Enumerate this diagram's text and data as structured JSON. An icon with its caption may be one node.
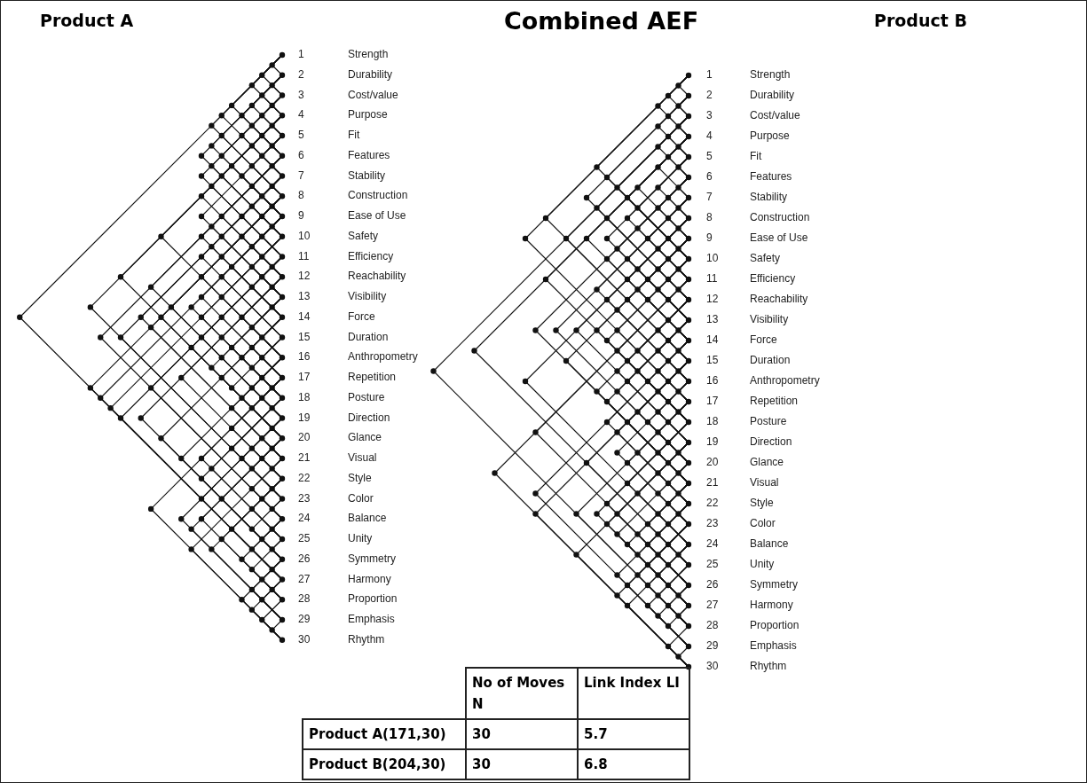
{
  "diagram": {
    "title": "Combined AEF",
    "labels": [
      "Product A",
      "1",
      "Strength",
      "2",
      "Durability",
      "3",
      "Cost/value",
      "4",
      "Purpose",
      "5",
      "Fit",
      "6",
      "Features",
      "7",
      "Stability",
      "8",
      "Construction",
      "9",
      "Ease of Use",
      "10",
      "Safety",
      "11",
      "Efficiency",
      "12",
      "Reachability",
      "13",
      "Visibility",
      "14",
      "Force",
      "15",
      "Duration",
      "16",
      "Anthropometry",
      "17",
      "Repetition",
      "18",
      "Posture",
      "19",
      "Direction",
      "20",
      "Glance",
      "21",
      "Visual",
      "22",
      "Style",
      "23",
      "Color",
      "24",
      "Balance",
      "25",
      "Unity",
      "26",
      "Symmetry",
      "27",
      "Harmony",
      "28",
      "Proportion",
      "29",
      "Emphasis",
      "30",
      "Rhythm",
      "Product B",
      "1",
      "Strength",
      "2",
      "Durability",
      "3",
      "Cost/value",
      "4",
      "Purpose",
      "5",
      "Fit",
      "6",
      "Features",
      "7",
      "Stability",
      "8",
      "Construction",
      "9",
      "Ease of Use",
      "10",
      "Safety",
      "11",
      "Efficiency",
      "12",
      "Reachability",
      "13",
      "Visibility",
      "14",
      "Force",
      "15",
      "Duration",
      "16",
      "Anthropometry",
      "17",
      "Repetition",
      "18",
      "Posture",
      "19",
      "Direction",
      "20",
      "Glance",
      "21",
      "Visual",
      "22",
      "Style",
      "23",
      "Color",
      "24",
      "Balance",
      "25",
      "Unity",
      "26",
      "Symmetry",
      "27",
      "Harmony",
      "28",
      "Proportion",
      "29",
      "Emphasis",
      "30",
      "Rhythm",
      "No of Moves N",
      "Link Index LI",
      "Product A(171,30)",
      "30",
      "5.7",
      "Product B(204,30)",
      "30",
      "6.8"
    ]
  }
}
